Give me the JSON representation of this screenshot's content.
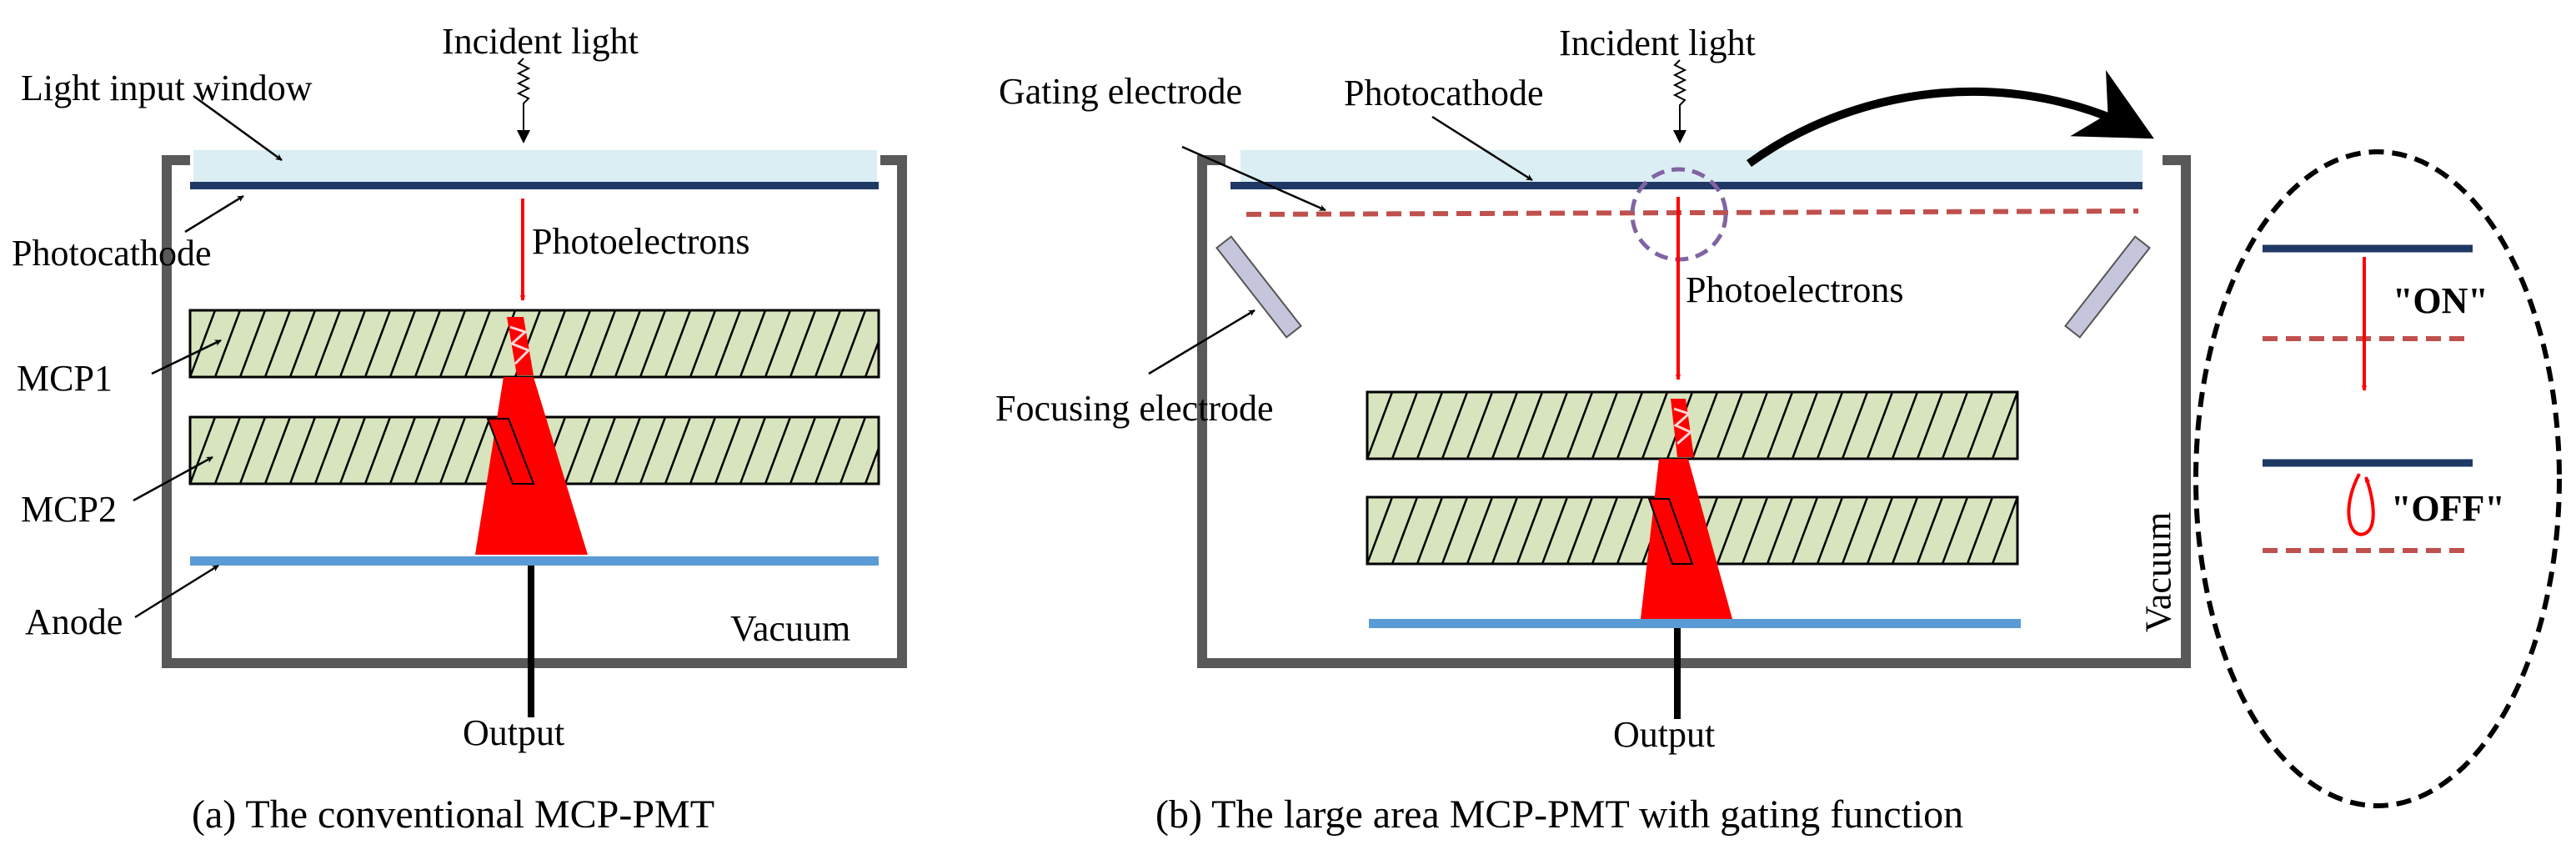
{
  "panel_a": {
    "incident_light": "Incident light",
    "light_input_window": "Light input window",
    "photocathode": "Photocathode",
    "photoelectrons": "Photoelectrons",
    "mcp1": "MCP1",
    "mcp2": "MCP2",
    "anode": "Anode",
    "vacuum": "Vacuum",
    "output": "Output",
    "caption": "(a) The conventional  MCP-PMT"
  },
  "panel_b": {
    "incident_light": "Incident light",
    "gating_electrode": "Gating  electrode",
    "photocathode": "Photocathode",
    "photoelectrons": "Photoelectrons",
    "focusing_electrode": "Focusing  electrode",
    "vacuum": "Vacuum",
    "output": "Output",
    "caption": "(b) The large area MCP-PMT with gating function"
  },
  "inset": {
    "on_label": "\"ON\"",
    "off_label": "\"OFF\""
  },
  "colors": {
    "housing": "#595959",
    "window": "#daeef3",
    "photocathode": "#1f3864",
    "mcp_fill": "#d7e4bd",
    "anode": "#5b9bd5",
    "electron_cloud": "#ff0000",
    "gating_electrode": "#c0504d",
    "focusing_electrode": "#c5c5dc",
    "zoom_circle": "#8064a2"
  }
}
